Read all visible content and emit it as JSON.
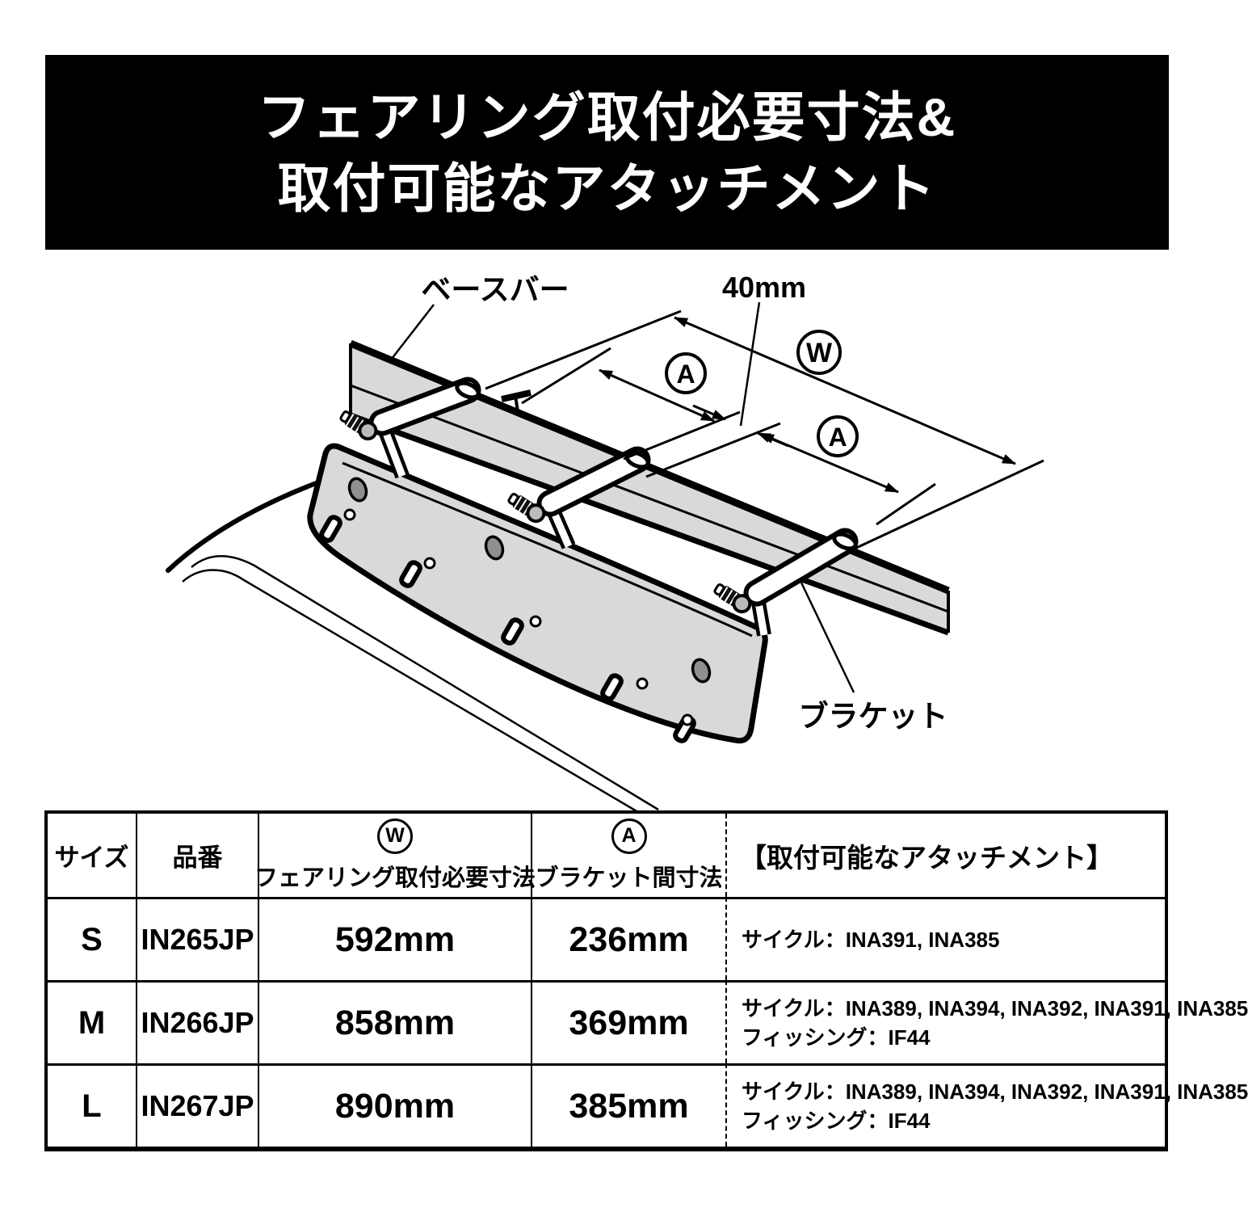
{
  "banner": {
    "line1": "フェアリング取付必要寸法&",
    "line2": "取付可能なアタッチメント"
  },
  "diagram": {
    "labels": {
      "base_bar": "ベースバー",
      "bracket": "ブラケット",
      "offset": "40mm",
      "dim_w_symbol": "W",
      "dim_a_symbol": "A"
    }
  },
  "table": {
    "headers": {
      "size": "サイズ",
      "part_no": "品番",
      "w_symbol": "W",
      "w_label": "フェアリング取付必要寸法",
      "a_symbol": "A",
      "a_label": "ブラケット間寸法",
      "attachments": "【取付可能なアタッチメント】"
    },
    "rows": [
      {
        "size": "S",
        "part_no": "IN265JP",
        "w": "592mm",
        "a": "236mm",
        "attachments": [
          "サイクル：INA391, INA385"
        ]
      },
      {
        "size": "M",
        "part_no": "IN266JP",
        "w": "858mm",
        "a": "369mm",
        "attachments": [
          "サイクル：INA389, INA394, INA392, INA391, INA385",
          "フィッシング：IF44"
        ]
      },
      {
        "size": "L",
        "part_no": "IN267JP",
        "w": "890mm",
        "a": "385mm",
        "attachments": [
          "サイクル：INA389, INA394, INA392, INA391, INA385",
          "フィッシング：IF44"
        ]
      }
    ]
  },
  "colors": {
    "banner_bg": "#000000",
    "banner_text": "#ffffff",
    "line_color": "#000000",
    "part_fill": "#d9d9d9",
    "hole_fill": "#8f8f8f"
  }
}
